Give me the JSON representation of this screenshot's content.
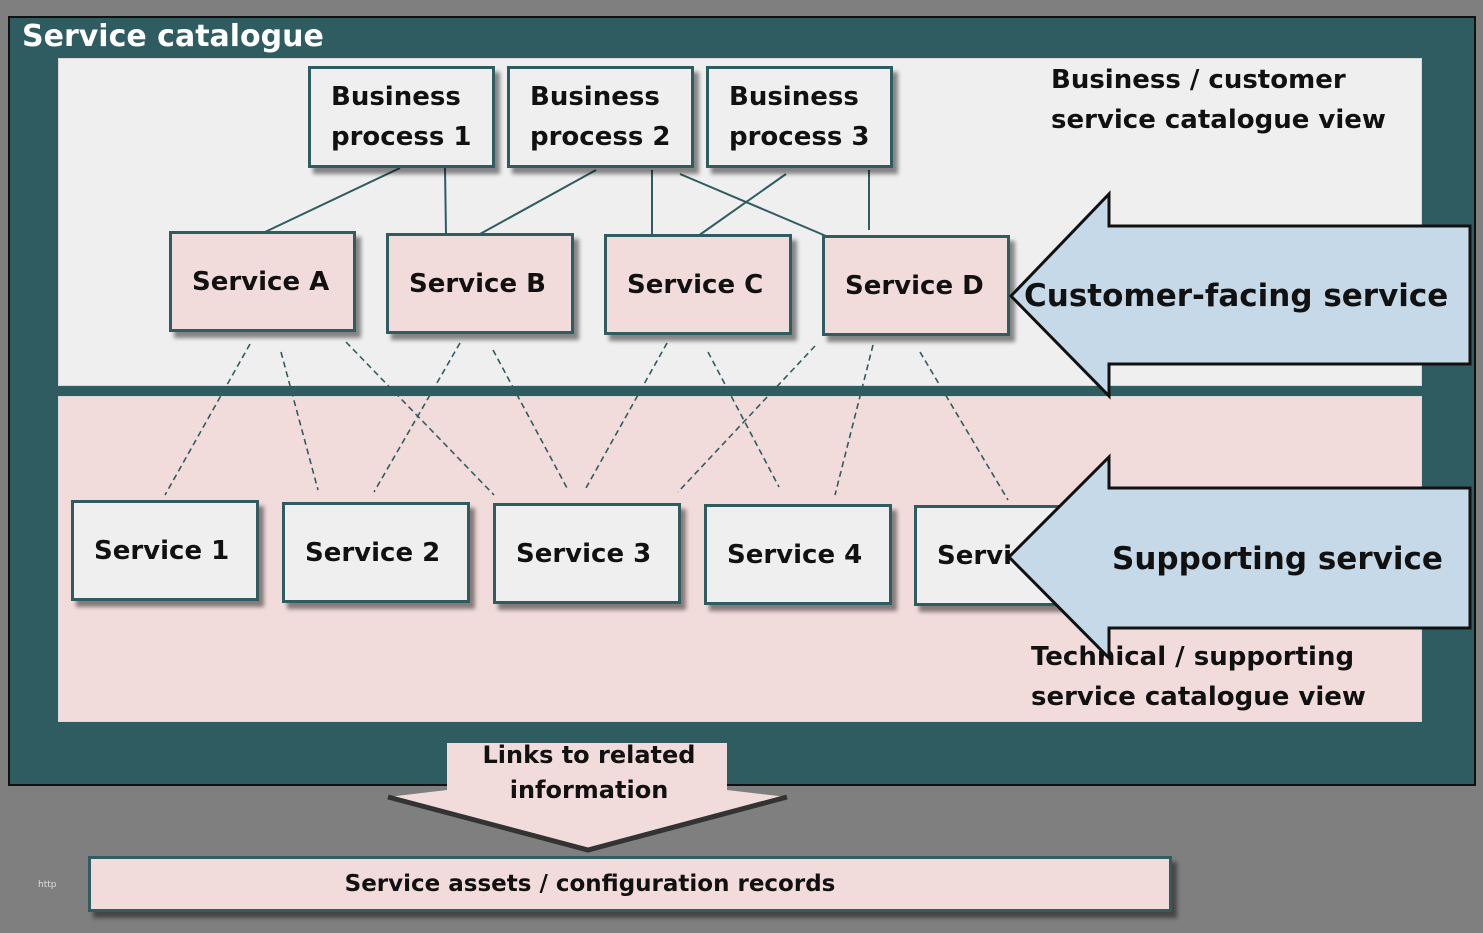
{
  "title": "Service catalogue",
  "business_processes": [
    {
      "line1": "Business",
      "line2": "process 1"
    },
    {
      "line1": "Business",
      "line2": "process 2"
    },
    {
      "line1": "Business",
      "line2": "process 3"
    }
  ],
  "customer_services": [
    "Service A",
    "Service B",
    "Service C",
    "Service D"
  ],
  "supporting_services": [
    "Service 1",
    "Service 2",
    "Service 3",
    "Service 4",
    "Service 5"
  ],
  "business_view_label": {
    "line1": "Business / customer",
    "line2": "service catalogue view"
  },
  "technical_view_label": {
    "line1": "Technical / supporting",
    "line2": "service catalogue view"
  },
  "customer_arrow_label": "Customer-facing service",
  "supporting_arrow_label": "Supporting service",
  "links_label": {
    "line1": "Links to related",
    "line2": "information"
  },
  "assets_label": "Service assets / configuration records",
  "footer_text": "http",
  "colors": {
    "frame": "#2f5c61",
    "pink": "#f2dcdb",
    "light": "#efefef",
    "arrow": "#c5d9e8"
  }
}
